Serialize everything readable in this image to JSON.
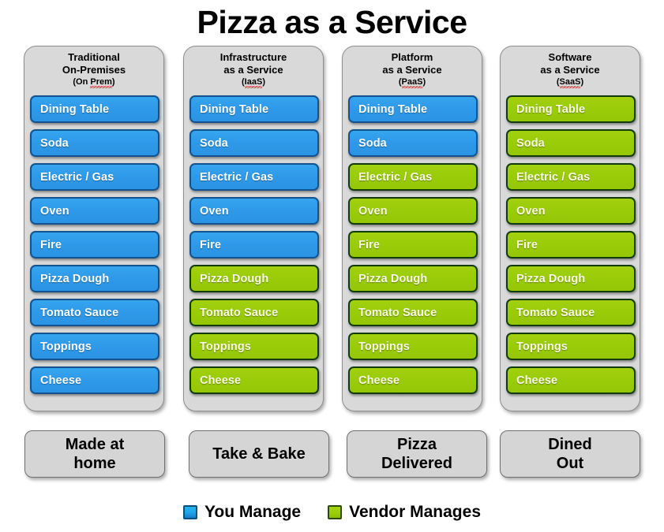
{
  "title": "Pizza as a Service",
  "columns": [
    {
      "id": "on-prem",
      "head_line1": "Traditional",
      "head_line2": "On-Premises",
      "abbr_open": "(On ",
      "abbr_misspelled": "Prem",
      "abbr_close": ")",
      "caption_line1": "Made at",
      "caption_line2": "home",
      "items": [
        {
          "label": "Dining Table",
          "owner": "blue"
        },
        {
          "label": "Soda",
          "owner": "blue"
        },
        {
          "label": "Electric / Gas",
          "owner": "blue"
        },
        {
          "label": "Oven",
          "owner": "blue"
        },
        {
          "label": "Fire",
          "owner": "blue"
        },
        {
          "label": "Pizza Dough",
          "owner": "blue"
        },
        {
          "label": "Tomato Sauce",
          "owner": "blue"
        },
        {
          "label": "Toppings",
          "owner": "blue"
        },
        {
          "label": "Cheese",
          "owner": "blue"
        }
      ]
    },
    {
      "id": "iaas",
      "head_line1": "Infrastructure",
      "head_line2": "as a Service",
      "abbr_open": "(",
      "abbr_misspelled": "IaaS",
      "abbr_close": ")",
      "caption_line1": "Take & Bake",
      "caption_line2": "",
      "items": [
        {
          "label": "Dining Table",
          "owner": "blue"
        },
        {
          "label": "Soda",
          "owner": "blue"
        },
        {
          "label": "Electric / Gas",
          "owner": "blue"
        },
        {
          "label": "Oven",
          "owner": "blue"
        },
        {
          "label": "Fire",
          "owner": "blue"
        },
        {
          "label": "Pizza Dough",
          "owner": "green"
        },
        {
          "label": "Tomato Sauce",
          "owner": "green"
        },
        {
          "label": "Toppings",
          "owner": "green"
        },
        {
          "label": "Cheese",
          "owner": "green"
        }
      ]
    },
    {
      "id": "paas",
      "head_line1": "Platform",
      "head_line2": "as a Service",
      "abbr_open": "(",
      "abbr_misspelled": "PaaS",
      "abbr_close": ")",
      "caption_line1": "Pizza",
      "caption_line2": "Delivered",
      "items": [
        {
          "label": "Dining Table",
          "owner": "blue"
        },
        {
          "label": "Soda",
          "owner": "blue"
        },
        {
          "label": "Electric / Gas",
          "owner": "green"
        },
        {
          "label": "Oven",
          "owner": "green"
        },
        {
          "label": "Fire",
          "owner": "green"
        },
        {
          "label": "Pizza Dough",
          "owner": "green"
        },
        {
          "label": "Tomato Sauce",
          "owner": "green"
        },
        {
          "label": "Toppings",
          "owner": "green"
        },
        {
          "label": "Cheese",
          "owner": "green"
        }
      ]
    },
    {
      "id": "saas",
      "head_line1": "Software",
      "head_line2": "as a Service",
      "abbr_open": "(",
      "abbr_misspelled": "SaaS",
      "abbr_close": ")",
      "caption_line1": "Dined",
      "caption_line2": "Out",
      "items": [
        {
          "label": "Dining Table",
          "owner": "green"
        },
        {
          "label": "Soda",
          "owner": "green"
        },
        {
          "label": "Electric / Gas",
          "owner": "green"
        },
        {
          "label": "Oven",
          "owner": "green"
        },
        {
          "label": "Fire",
          "owner": "green"
        },
        {
          "label": "Pizza Dough",
          "owner": "green"
        },
        {
          "label": "Tomato Sauce",
          "owner": "green"
        },
        {
          "label": "Toppings",
          "owner": "green"
        },
        {
          "label": "Cheese",
          "owner": "green"
        }
      ]
    }
  ],
  "legend": [
    {
      "label": "You Manage",
      "owner": "blue",
      "color": "#2f9ae9"
    },
    {
      "label": "Vendor Manages",
      "owner": "green",
      "color": "#9bcc08"
    }
  ],
  "colors": {
    "blue_fill": "#2f9ae9",
    "blue_border": "#12538f",
    "green_fill": "#9bcc08",
    "green_border": "#123b0d",
    "panel_bg": "#d9d9d9",
    "panel_border": "#8e8e8e",
    "caption_bg": "#d5d5d5",
    "page_bg": "#ffffff",
    "text_dark": "#000000",
    "spellcheck": "#e03030"
  }
}
